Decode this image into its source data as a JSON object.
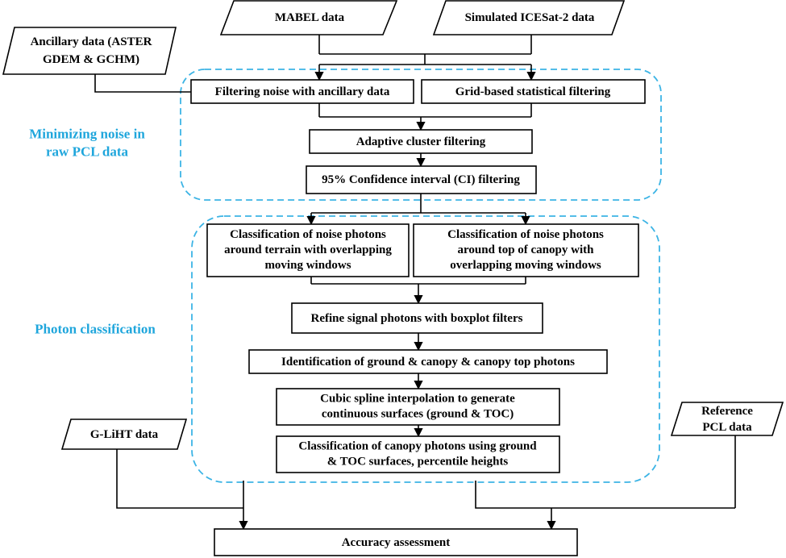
{
  "sections": {
    "noise_min": [
      "Minimizing noise in",
      "raw PCL data"
    ],
    "photon_class": [
      "Photon classification"
    ]
  },
  "nodes": {
    "mabel": [
      "MABEL data"
    ],
    "icesat": [
      "Simulated ICESat-2 data"
    ],
    "ancillary": [
      "Ancillary data (ASTER",
      "GDEM & GCHM)"
    ],
    "filter_ancillary": [
      "Filtering noise with ancillary data"
    ],
    "grid_filter": [
      "Grid-based statistical filtering"
    ],
    "adaptive_cluster": [
      "Adaptive cluster filtering"
    ],
    "ci_filter": [
      "95% Confidence interval (CI) filtering"
    ],
    "class_terrain": [
      "Classification of noise photons",
      "around terrain with overlapping",
      "moving windows"
    ],
    "class_canopy": [
      "Classification of noise photons",
      "around top of canopy with",
      "overlapping moving windows"
    ],
    "refine_signal": [
      "Refine signal photons with boxplot filters"
    ],
    "identify": [
      "Identification of  ground & canopy & canopy top photons"
    ],
    "spline": [
      "Cubic spline interpolation to generate",
      "continuous surfaces (ground & TOC)"
    ],
    "class_canopy_photons": [
      "Classification of canopy photons using ground",
      "& TOC surfaces, percentile heights"
    ],
    "gliht": [
      "G-LiHT data"
    ],
    "reference": [
      "Reference",
      "PCL data"
    ],
    "accuracy": [
      "Accuracy assessment"
    ]
  }
}
